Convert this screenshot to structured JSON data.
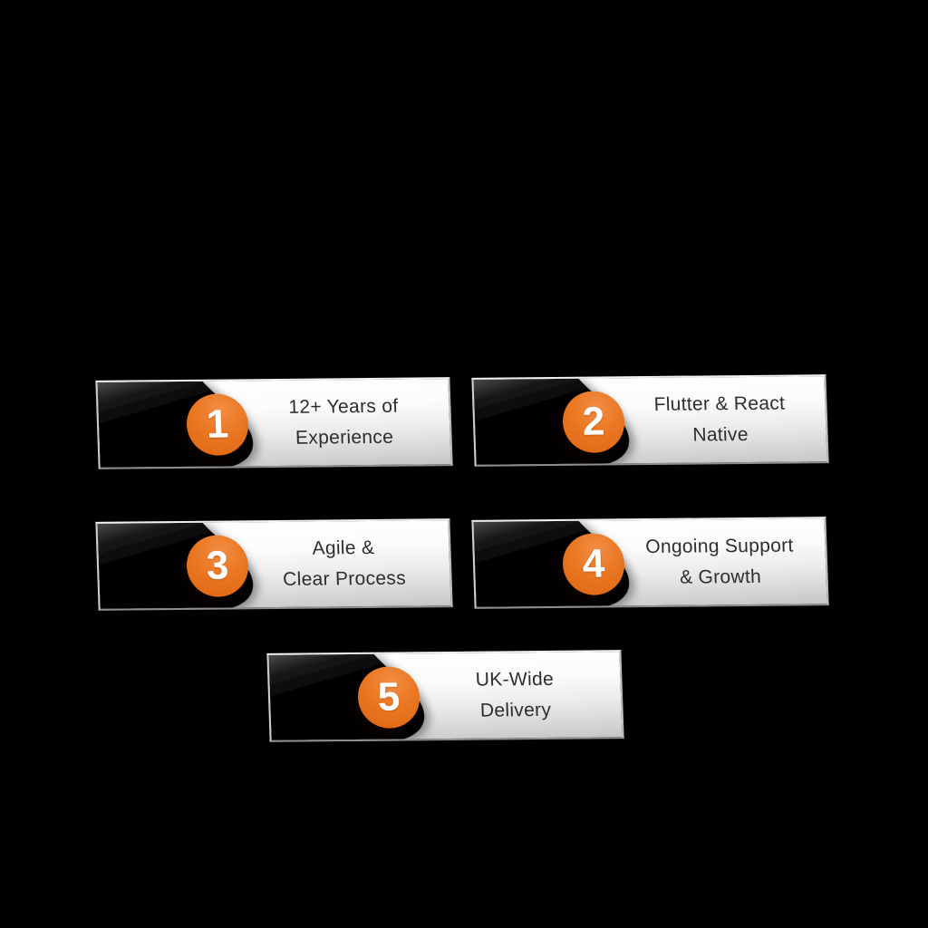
{
  "figure": {
    "type": "numbered-steps-infographic",
    "background_color": "#000000",
    "badge_color_top": "#f28d44",
    "badge_color_bottom": "#de6410",
    "badge_text_color": "#ffffff",
    "card_text_color": "#2e2e2e",
    "card_background_top": "#ffffff",
    "card_background_bottom": "#c6c6c6",
    "swoosh_color": "#000000",
    "steps": [
      {
        "number": "1",
        "line1": "12+ Years of",
        "line2": "Experience"
      },
      {
        "number": "2",
        "line1": "Flutter & React",
        "line2": "Native"
      },
      {
        "number": "3",
        "line1": "Agile &",
        "line2": "Clear Process"
      },
      {
        "number": "4",
        "line1": "Ongoing Support",
        "line2": "& Growth"
      },
      {
        "number": "5",
        "line1": "UK-Wide",
        "line2": "Delivery"
      }
    ]
  }
}
